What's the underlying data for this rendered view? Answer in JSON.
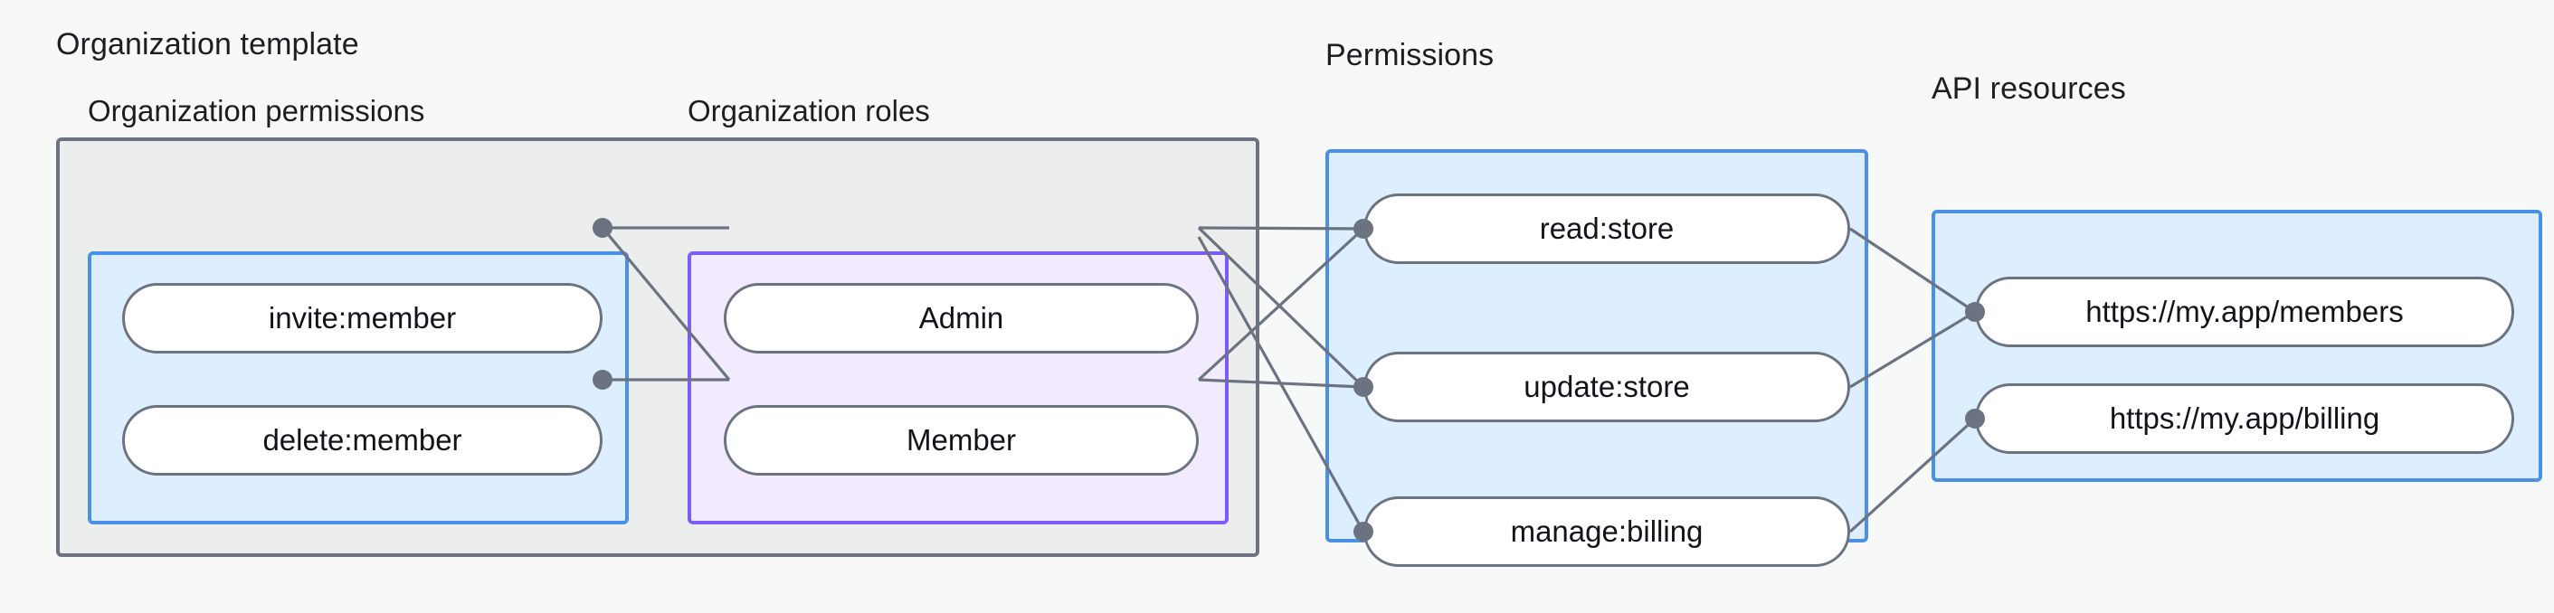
{
  "diagram": {
    "title_groups": {
      "organization_template": "Organization template",
      "permissions": "Permissions",
      "api_resources": "API resources"
    },
    "subgroups": {
      "organization_permissions": "Organization permissions",
      "organization_roles": "Organization roles"
    },
    "colors": {
      "canvas_background": "#f7f8f8",
      "outer_container_fill": "#eceeed",
      "outer_container_border": "#6b7280",
      "blue_container_fill": "#ddeeff",
      "blue_container_border": "#4a90e8",
      "purple_container_fill": "#f2eafd",
      "purple_container_border": "#7b5cf5",
      "node_fill": "#ffffff",
      "node_border": "#6b7280",
      "connector_stroke": "#6b7280",
      "text": "#12141a"
    },
    "nodes": {
      "organization_permissions": [
        {
          "id": "invite-member",
          "label": "invite:member"
        },
        {
          "id": "delete-member",
          "label": "delete:member"
        }
      ],
      "organization_roles": [
        {
          "id": "admin",
          "label": "Admin"
        },
        {
          "id": "member",
          "label": "Member"
        }
      ],
      "permissions": [
        {
          "id": "read-store",
          "label": "read:store"
        },
        {
          "id": "update-store",
          "label": "update:store"
        },
        {
          "id": "manage-billing",
          "label": "manage:billing"
        }
      ],
      "api_resources": [
        {
          "id": "members-url",
          "label": "https://my.app/members"
        },
        {
          "id": "billing-url",
          "label": "https://my.app/billing"
        }
      ]
    },
    "edges": [
      {
        "from": "invite-member",
        "to": "admin"
      },
      {
        "from": "invite-member",
        "to": "member"
      },
      {
        "from": "delete-member",
        "to": "member"
      },
      {
        "from": "admin",
        "to": "read-store"
      },
      {
        "from": "admin",
        "to": "update-store"
      },
      {
        "from": "admin",
        "to": "manage-billing"
      },
      {
        "from": "member",
        "to": "read-store"
      },
      {
        "from": "member",
        "to": "update-store"
      },
      {
        "from": "read-store",
        "to": "members-url"
      },
      {
        "from": "update-store",
        "to": "members-url"
      },
      {
        "from": "manage-billing",
        "to": "billing-url"
      }
    ]
  }
}
